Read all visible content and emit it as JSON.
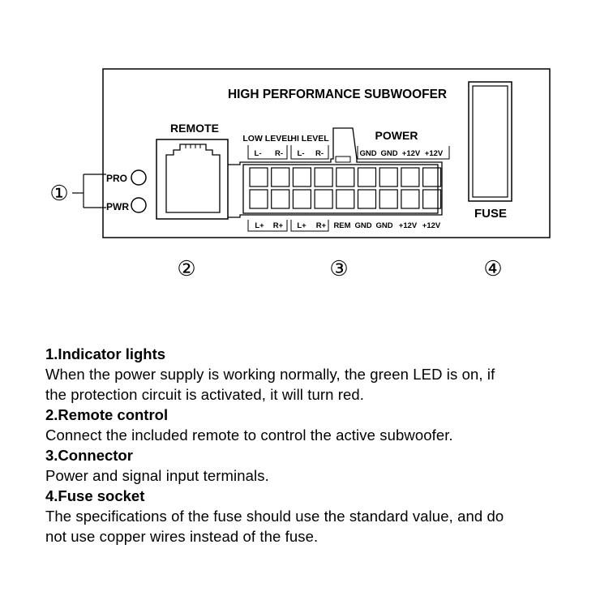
{
  "panel": {
    "title": "HIGH PERFORMANCE SUBWOOFER",
    "remote_label": "REMOTE",
    "pro_label": "PRO",
    "pwr_label": "PWR",
    "low_level_label": "LOW LEVEL",
    "hi_level_label": "HI LEVEL",
    "power_label": "POWER",
    "fuse_label": "FUSE",
    "top_pins": {
      "low_l": "L-",
      "low_r": "R-",
      "hi_l": "L-",
      "hi_r": "R-",
      "gnd1": "GND",
      "gnd2": "GND",
      "p12a": "+12V",
      "p12b": "+12V"
    },
    "bottom_pins": {
      "low_l": "L+",
      "low_r": "R+",
      "hi_l": "L+",
      "hi_r": "R+",
      "rem": "REM",
      "gnd1": "GND",
      "gnd2": "GND",
      "p12a": "+12V",
      "p12b": "+12V"
    }
  },
  "callouts": {
    "c1": "①",
    "c2": "②",
    "c3": "③",
    "c4": "④"
  },
  "descriptions": [
    {
      "heading": "1.Indicator lights",
      "lines": [
        "When the power supply is working normally, the green LED is on, if",
        "the protection circuit is activated, it will turn red."
      ]
    },
    {
      "heading": "2.Remote control",
      "lines": [
        "Connect the included remote to control the active subwoofer."
      ]
    },
    {
      "heading": "3.Connector",
      "lines": [
        "Power and signal input terminals."
      ]
    },
    {
      "heading": "4.Fuse socket",
      "lines": [
        "The specifications of the fuse should use the standard value, and do",
        "not use copper wires instead of the fuse."
      ]
    }
  ]
}
